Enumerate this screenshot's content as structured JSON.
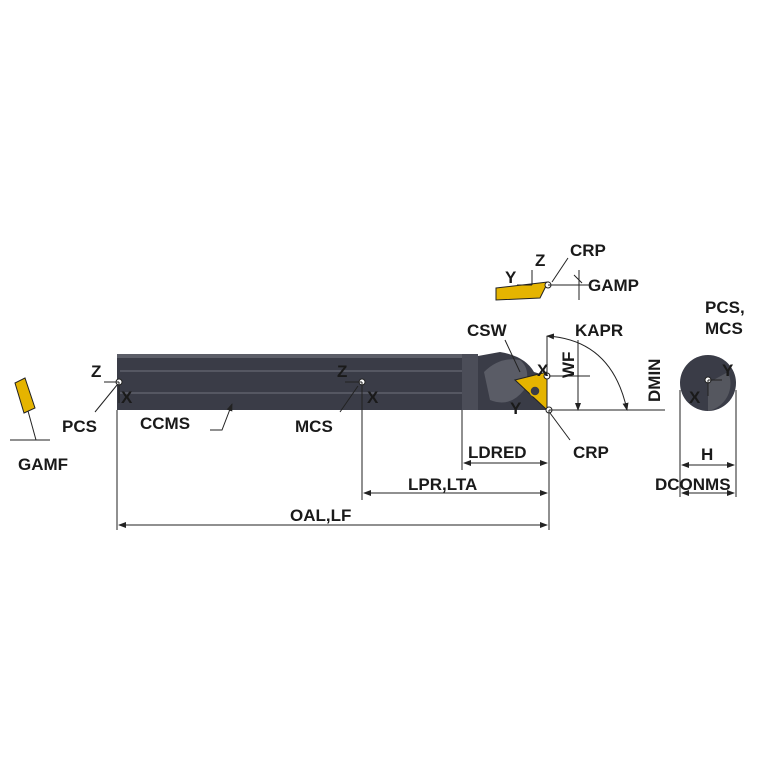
{
  "labels": {
    "z_left": "Z",
    "x_left": "X",
    "pcs_left": "PCS",
    "ccms": "CCMS",
    "z_mid": "Z",
    "x_mid": "X",
    "mcs": "MCS",
    "gamf": "GAMF",
    "y_insert_top": "Y",
    "z_insert_top": "Z",
    "crp_top": "CRP",
    "gamp": "GAMP",
    "csw": "CSW",
    "kapr": "KAPR",
    "x_head": "X",
    "y_head": "Y",
    "wf": "WF",
    "dmin": "DMIN",
    "crp_bottom": "CRP",
    "ldred": "LDRED",
    "lpr_lta": "LPR,LTA",
    "oal_lf": "OAL,LF",
    "pcs_mcs_line1": "PCS,",
    "pcs_mcs_line2": "MCS",
    "y_end": "Y",
    "x_end": "X",
    "h": "H",
    "dconms": "DCONMS"
  },
  "colors": {
    "shank": "#3a3c47",
    "shank_highlight": "#6a6c76",
    "insert": "#e5b400",
    "line": "#222222"
  }
}
